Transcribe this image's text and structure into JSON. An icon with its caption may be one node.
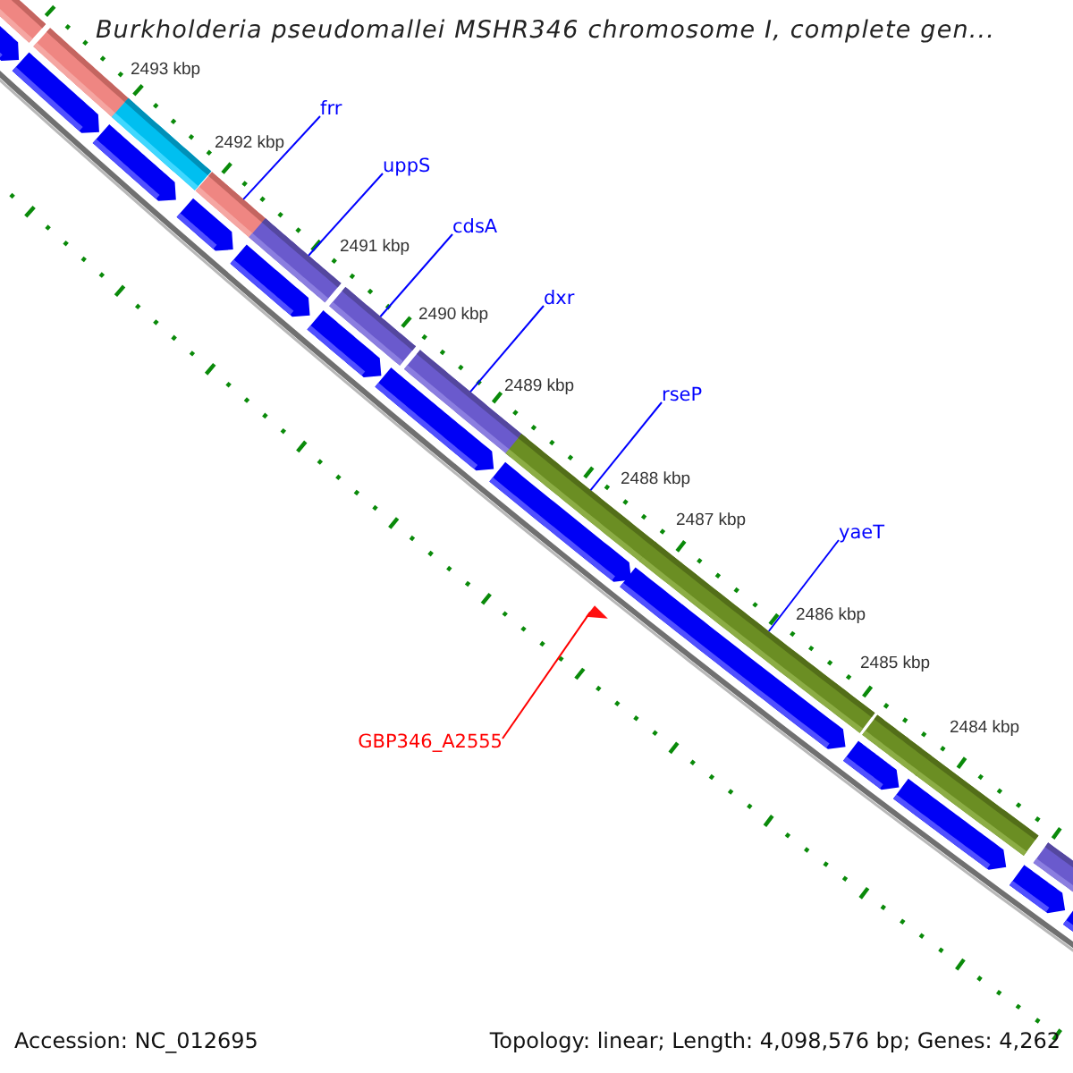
{
  "diagram": {
    "title": "Burkholderia pseudomallei MSHR346 chromosome I, complete gen...",
    "nodes": [
      {
        "text": [
          "frr"
        ]
      },
      {
        "text": [
          "uppS"
        ]
      },
      {
        "text": [
          "cdsA"
        ]
      },
      {
        "text": [
          "dxr"
        ]
      },
      {
        "text": [
          "rseP"
        ]
      },
      {
        "text": [
          "yaeT"
        ]
      },
      {
        "text": [
          "GBP346_A2555"
        ]
      },
      {
        "text": [],
        "shape": "bar"
      },
      {
        "text": [],
        "shape": "bar"
      },
      {
        "text": [],
        "shape": "bar"
      },
      {
        "text": [],
        "shape": "bar"
      },
      {
        "text": [],
        "shape": "bar"
      },
      {
        "text": [],
        "shape": "bar"
      },
      {
        "text": [],
        "shape": "arrow"
      }
    ],
    "edges": [
      {
        "from": 0,
        "to": 7,
        "arrow": "none"
      },
      {
        "from": 1,
        "to": 8,
        "arrow": "none"
      },
      {
        "from": 2,
        "to": 9,
        "arrow": "none"
      },
      {
        "from": 3,
        "to": 10,
        "arrow": "none"
      },
      {
        "from": 4,
        "to": 11,
        "arrow": "none"
      },
      {
        "from": 5,
        "to": 12,
        "arrow": "none"
      },
      {
        "from": 6,
        "to": 13,
        "arrow": "none",
        "color": "#ff0000"
      }
    ],
    "labels": [
      "2493 kbp",
      "2492 kbp",
      "2491 kbp",
      "2490 kbp",
      "2489 kbp",
      "2488 kbp",
      "2487 kbp",
      "2486 kbp",
      "2485 kbp",
      "2484 kbp",
      "Accession: NC_012695",
      "Topology: linear; Length: 4,098,576 bp; Genes: 4,262"
    ]
  }
}
